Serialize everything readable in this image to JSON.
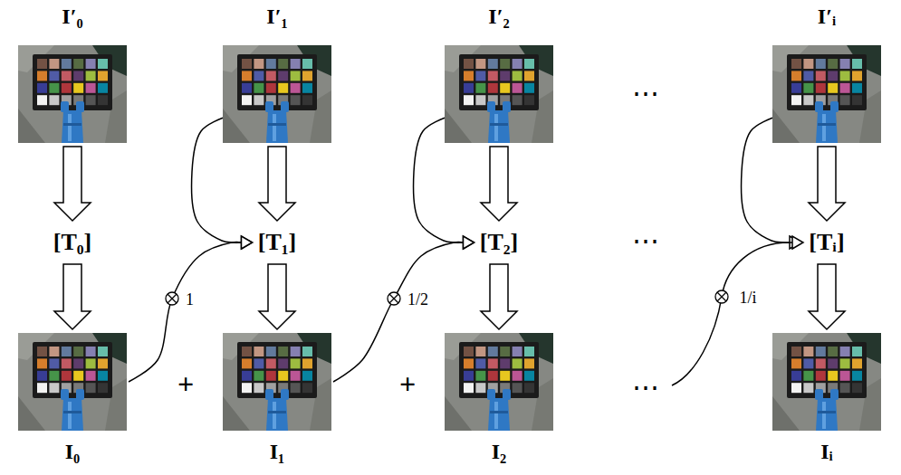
{
  "diagram": {
    "nodes": [
      {
        "text": [
          "I′₀"
        ]
      },
      {
        "text": [
          "I′₁"
        ]
      },
      {
        "text": [
          "I′₂"
        ]
      },
      {
        "text": [
          "I′ᵢ"
        ]
      },
      {
        "text": [
          "[T₀]"
        ]
      },
      {
        "text": [
          "[T₁]"
        ]
      },
      {
        "text": [
          "[T₂]"
        ]
      },
      {
        "text": [
          "[Tᵢ]"
        ]
      },
      {
        "text": [
          "I₀"
        ]
      },
      {
        "text": [
          "I₁"
        ]
      },
      {
        "text": [
          "I₂"
        ]
      },
      {
        "text": [
          "Iᵢ"
        ]
      }
    ],
    "edges": [
      {
        "from": 0,
        "to": 4,
        "arrow": "to"
      },
      {
        "from": 4,
        "to": 8,
        "arrow": "to"
      },
      {
        "from": 1,
        "to": 5,
        "arrow": "to"
      },
      {
        "from": 5,
        "to": 9,
        "arrow": "to"
      },
      {
        "from": 2,
        "to": 6,
        "arrow": "to"
      },
      {
        "from": 6,
        "to": 10,
        "arrow": "to"
      },
      {
        "from": 3,
        "to": 7,
        "arrow": "to"
      },
      {
        "from": 7,
        "to": 11,
        "arrow": "to"
      },
      {
        "from": 8,
        "to": 5,
        "label": "1",
        "arrow": "to"
      },
      {
        "from": 1,
        "to": 5,
        "arrow": "to"
      },
      {
        "from": 9,
        "to": 6,
        "label": "1/2",
        "arrow": "to"
      },
      {
        "from": 2,
        "to": 6,
        "arrow": "to"
      },
      {
        "from": 3,
        "to": 7,
        "arrow": "to"
      }
    ],
    "labels": [
      "⋯",
      "⋯",
      "1/i",
      "+",
      "+",
      "⋯"
    ]
  }
}
